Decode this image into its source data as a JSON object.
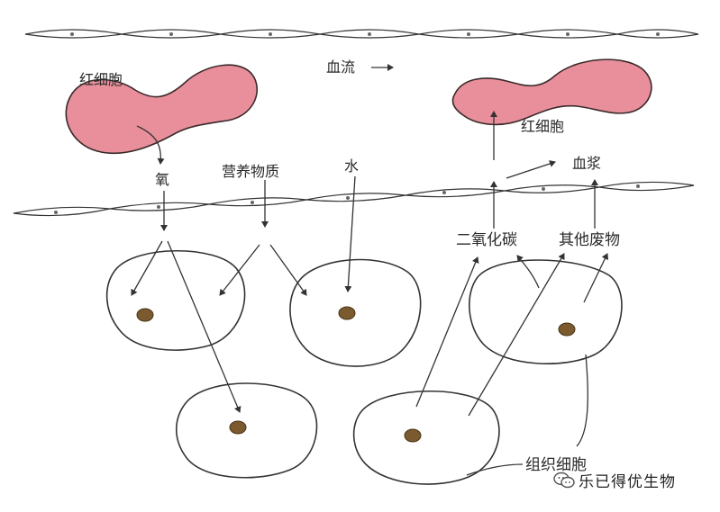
{
  "labels": {
    "rbc_left": "红细胞",
    "rbc_right": "红细胞",
    "blood_flow": "血流",
    "oxygen": "氧",
    "nutrients": "营养物质",
    "water": "水",
    "plasma": "血浆",
    "co2": "二氧化碳",
    "other_waste": "其他废物",
    "tissue_cells": "组织细胞"
  },
  "watermark": {
    "text": "乐已得优生物",
    "icon": "wechat-icon"
  },
  "colors": {
    "rbc": "#e98f9b",
    "nucleus": "#7a5a2e",
    "line": "#333333"
  }
}
